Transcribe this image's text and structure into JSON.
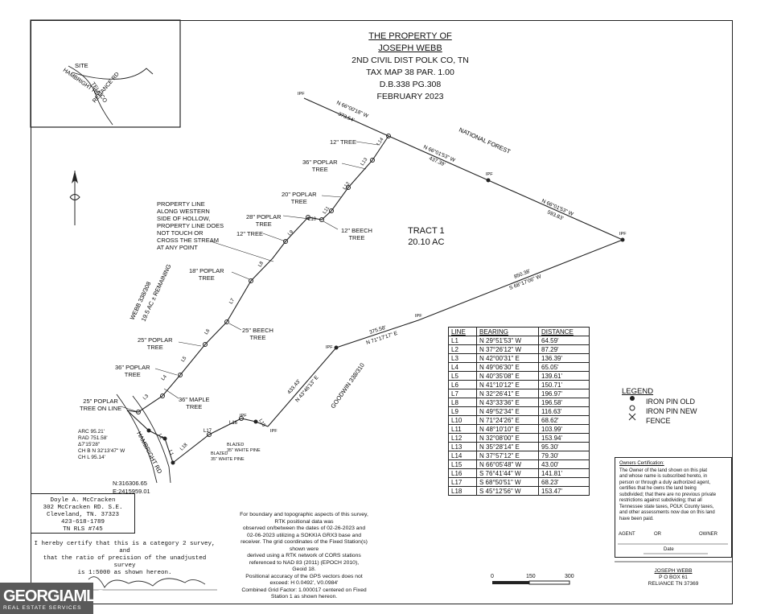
{
  "title": {
    "line1": "THE PROPERTY OF",
    "line2": "JOSEPH WEBB",
    "line3": "2ND CIVIL DIST POLK CO, TN",
    "line4": "TAX MAP 38 PAR. 1.00",
    "line5": "D.B.338 PG.308",
    "line6": "FEBRUARY 2023"
  },
  "vicinity": {
    "site": "SITE",
    "road1": "HAMBRIGHT RD",
    "road2": "TELLICO",
    "road3": "RELIANCE RD"
  },
  "tract": {
    "name": "TRACT 1",
    "area": "20.10 AC"
  },
  "labels": {
    "national_forest": "NATIONAL FOREST",
    "webb": "WEBB 338/308",
    "remaining": "19.5 AC ± REMAINING",
    "goodwin": "GOODWIN 338/310",
    "hambright": "HAMBRIGHT RD",
    "property_note": [
      "PROPERTY LINE",
      "ALONG WESTERN",
      "SIDE OF HOLLOW,",
      "PROPERTY LINE DOES",
      "NOT TOUCH OR",
      "CROSS THE STREAM",
      "AT ANY POINT"
    ],
    "ipf": "IPF",
    "coords_n": "N:316306.65",
    "coords_e": "E:2415959.01",
    "blazed1": [
      "BLAZED",
      "35\" WHITE PINE"
    ],
    "blazed2": [
      "BLAZED",
      "35\" WHITE PINE"
    ],
    "arc": [
      "ARC 95.21'",
      "RAD 751.58'",
      "Δ7'15'28\"",
      "CH B N 32'13'47\" W",
      "CH L 95.14'"
    ]
  },
  "bearings": {
    "b1": "N 66°00'18\" W",
    "d1": "373.54'",
    "b2": "N 66°01'53\" W",
    "d2": "437.39'",
    "b3": "N 66°01'53\" W",
    "d3": "593.83'",
    "b4": "850.38'",
    "d4": "S 68°17'06\" W",
    "b5": "375.58'",
    "d5": "N 71°17'17\" E",
    "b6": "433.43'",
    "d6": "N 43°46'13\" E"
  },
  "trees": {
    "t1": "12\" TREE",
    "t2": [
      "36\" POPLAR",
      "TREE"
    ],
    "t3": [
      "20\" POPLAR",
      "TREE"
    ],
    "t4": [
      "28\" POPLAR",
      "TREE"
    ],
    "t5": "12\" TREE",
    "t6": [
      "12\" BEECH",
      "TREE"
    ],
    "t7": [
      "18\" POPLAR",
      "TREE"
    ],
    "t8": [
      "25\" BEECH",
      "TREE"
    ],
    "t9": [
      "25\" POPLAR",
      "TREE"
    ],
    "t10": [
      "36\" POPLAR",
      "TREE"
    ],
    "t11": [
      "36\" MAPLE",
      "TREE"
    ],
    "t12": [
      "25\" POPLAR",
      "TREE ON LINE"
    ]
  },
  "segments": [
    "L1",
    "L2",
    "L3",
    "L4",
    "L5",
    "L6",
    "L7",
    "L8",
    "L9",
    "L10",
    "L11",
    "L12",
    "L13",
    "L14",
    "L15",
    "L16",
    "L17",
    "L18"
  ],
  "line_table": {
    "headers": [
      "LINE",
      "BEARING",
      "DISTANCE"
    ],
    "rows": [
      [
        "L1",
        "N 29°51'53\" W",
        "64.59'"
      ],
      [
        "L2",
        "N 37°26'12\" W",
        "87.29'"
      ],
      [
        "L3",
        "N 42°00'31\" E",
        "136.39'"
      ],
      [
        "L4",
        "N 49°06'30\" E",
        "65.05'"
      ],
      [
        "L5",
        "N 40°35'08\" E",
        "139.61'"
      ],
      [
        "L6",
        "N 41°10'12\" E",
        "150.71'"
      ],
      [
        "L7",
        "N 32°26'41\" E",
        "196.97'"
      ],
      [
        "L8",
        "N 43°33'36\" E",
        "196.58'"
      ],
      [
        "L9",
        "N 49°52'34\" E",
        "116.63'"
      ],
      [
        "L10",
        "N 71°24'26\" E",
        "68.62'"
      ],
      [
        "L11",
        "N 48°10'10\" E",
        "103.99'"
      ],
      [
        "L12",
        "N 32°08'00\" E",
        "153.94'"
      ],
      [
        "L13",
        "N 35°28'14\" E",
        "95.30'"
      ],
      [
        "L14",
        "N 37°57'12\" E",
        "79.30'"
      ],
      [
        "L15",
        "N 66°05'48\" W",
        "43.00'"
      ],
      [
        "L16",
        "S 76°41'44\" W",
        "141.81'"
      ],
      [
        "L17",
        "S 68°50'51\" W",
        "68.23'"
      ],
      [
        "L18",
        "S 45°12'56\" W",
        "153.47'"
      ]
    ]
  },
  "legend": {
    "title": "LEGEND",
    "items": [
      "IRON PIN OLD",
      "IRON PIN NEW",
      "FENCE"
    ]
  },
  "owners_cert": {
    "title": "Owners Certification:",
    "text": [
      "The Owner of the land shown on this plat",
      "and whose name is subscribed hereto, in",
      "person or through a duly authorized agent,",
      "certifies that he owns the land being",
      "subdivided; that there are no previous private",
      "restrictions against subdividing; that all",
      "Tennessee state taxes, POLK County taxes,",
      "and other assessments now due on this land",
      "have been paid."
    ],
    "agent": "AGENT",
    "or": "OR",
    "owner": "OWNER",
    "date": "Date"
  },
  "surveyor": {
    "name": "Doyle A. McCracken",
    "address1": "302 McCracken RD. S.E.",
    "address2": "Cleveland, TN. 37323",
    "phone": "423-618-1789",
    "rls": "TN RLS #745"
  },
  "certify": [
    "I hereby certify that this is a category 2 survey, and",
    "that the ratio of precision of the unadjusted survey",
    "is 1:5000 as shown hereon."
  ],
  "notes": [
    "For boundary and topographic aspects of this survey,",
    "RTK positional data was",
    "observed on/between the dates of 02-26-2023 and",
    "02-06-2023 utilizing a SOKKIA GRX3 base and",
    "receiver. The grid coordinates of the Fixed Station(s)",
    "shown were",
    "derived using a RTK network of CORS stations",
    "referenced to NAD 83 (2011) (EPOCH 2010),",
    "Geoid 18.",
    "Positional accuracy of the GPS vectors does not",
    "exceed: H 0.0492', V0.0984'",
    "Combined Grid Factor: 1.000017 centered on Fixed",
    "Station 1 as shown hereon."
  ],
  "scale": {
    "t0": "0",
    "t1": "150",
    "t2": "300"
  },
  "owner_info": {
    "name": "JOSEPH WEBB",
    "box": "P O BOX 61",
    "city": "RELIANCE TN 37369"
  },
  "logo": {
    "brand": "GEORGIAMLS",
    "tagline": "REAL ESTATE SERVICES"
  }
}
